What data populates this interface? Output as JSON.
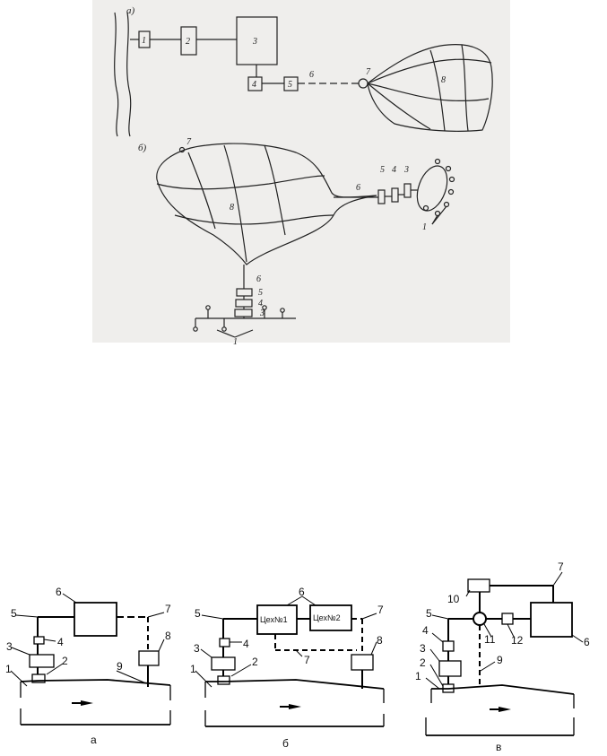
{
  "top": {
    "part_a": "а)",
    "part_b": "б)",
    "a_labels": [
      "1",
      "2",
      "3",
      "4",
      "5",
      "6",
      "7",
      "8"
    ],
    "b_labels": [
      "7",
      "8",
      "6",
      "5",
      "4",
      "3",
      "1",
      "6",
      "5",
      "4",
      "3",
      "1"
    ]
  },
  "bottom": {
    "a": {
      "caption": "а",
      "labels": [
        "1",
        "2",
        "3",
        "4",
        "5",
        "6",
        "7",
        "8",
        "9"
      ]
    },
    "b": {
      "caption": "б",
      "labels": [
        "1",
        "2",
        "3",
        "4",
        "5",
        "6",
        "7",
        "7",
        "8"
      ],
      "shop1": "Цех№1",
      "shop2": "Цех№2"
    },
    "c": {
      "caption": "в",
      "labels": [
        "1",
        "2",
        "3",
        "4",
        "5",
        "6",
        "7",
        "9",
        "10",
        "11",
        "12"
      ]
    }
  }
}
